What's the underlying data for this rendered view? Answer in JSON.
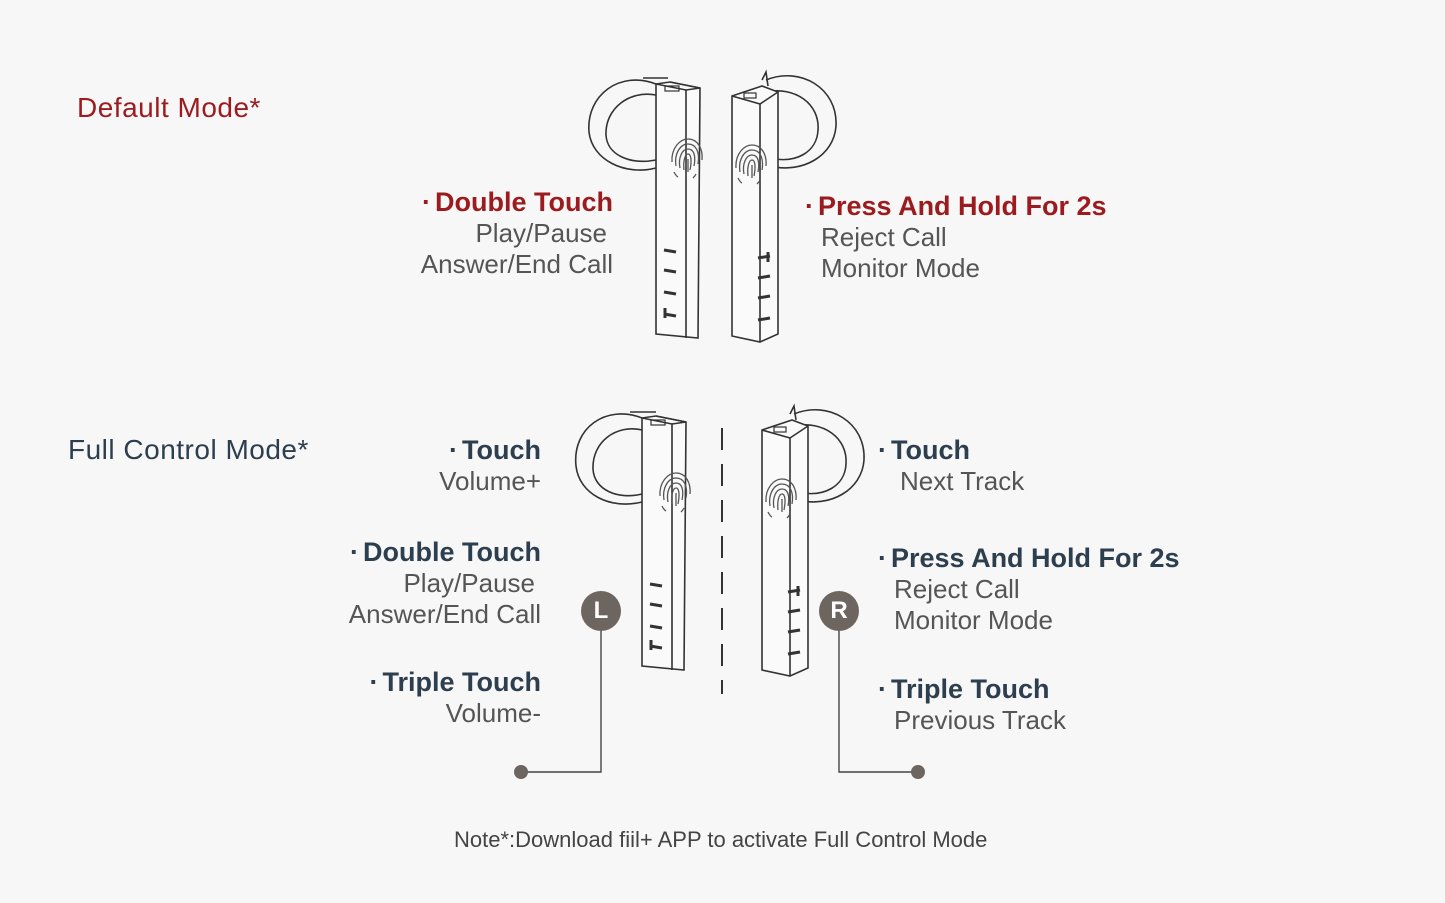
{
  "default_mode": {
    "title": "Default Mode*",
    "left": {
      "action": "Double Touch",
      "lines": [
        "Play/Pause",
        "Answer/End Call"
      ]
    },
    "right": {
      "action": "Press And Hold For 2s",
      "lines": [
        "Reject Call",
        "Monitor Mode"
      ]
    }
  },
  "full_control_mode": {
    "title": "Full Control Mode*",
    "left_badge": "L",
    "right_badge": "R",
    "left": [
      {
        "action": "Touch",
        "lines": [
          "Volume+"
        ]
      },
      {
        "action": "Double Touch",
        "lines": [
          "Play/Pause",
          "Answer/End Call"
        ]
      },
      {
        "action": "Triple Touch",
        "lines": [
          "Volume-"
        ]
      }
    ],
    "right": [
      {
        "action": "Touch",
        "lines": [
          "Next Track"
        ]
      },
      {
        "action": "Press And Hold For 2s",
        "lines": [
          "Reject Call",
          "Monitor Mode"
        ]
      },
      {
        "action": "Triple Touch",
        "lines": [
          "Previous Track"
        ]
      }
    ]
  },
  "note": "Note*:Download fiil+ APP to activate Full Control Mode",
  "colors": {
    "default_accent": "#9b1b1e",
    "full_control_accent": "#2d3e4f",
    "badge": "#6d6560"
  },
  "bullet": "·"
}
